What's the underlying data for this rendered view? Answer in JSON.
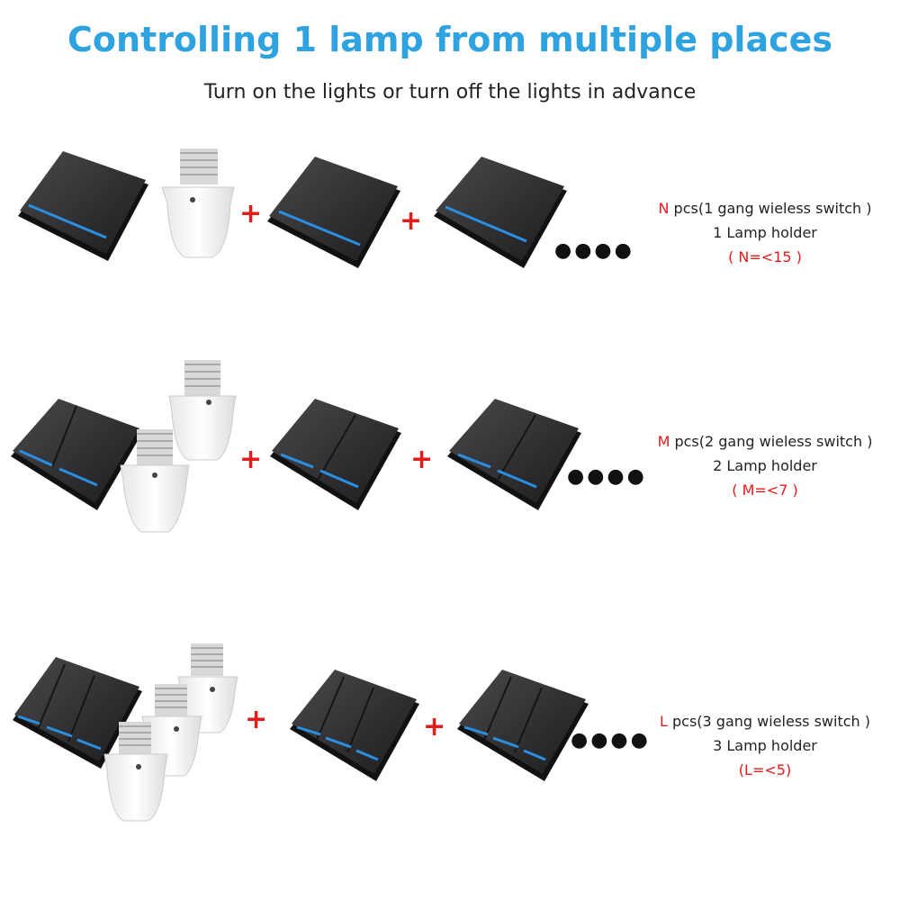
{
  "header": {
    "title": "Controlling 1 lamp from multiple places",
    "subtitle": "Turn on the lights or turn off the lights in advance"
  },
  "plus_symbol": "+",
  "ellipsis_symbol": "●●●●",
  "colors": {
    "title_blue": "#2fa3e0",
    "accent_red": "#e31b1b",
    "switch_black": "#2c2c2e",
    "led_blue": "#2a8fe0"
  },
  "rows": [
    {
      "gangs": 1,
      "holders": 1,
      "count_var": "N",
      "line1_rest": " pcs(1 gang wieless switch )",
      "line2": "1 Lamp holder",
      "limit": "( N=<15 )"
    },
    {
      "gangs": 2,
      "holders": 2,
      "count_var": "M",
      "line1_rest": " pcs(2 gang wieless switch )",
      "line2": "2 Lamp holder",
      "limit": "( M=<7 )"
    },
    {
      "gangs": 3,
      "holders": 3,
      "count_var": "L",
      "line1_rest": " pcs(3 gang wieless switch )",
      "line2": "3 Lamp holder",
      "limit": "(L=<5)"
    }
  ]
}
